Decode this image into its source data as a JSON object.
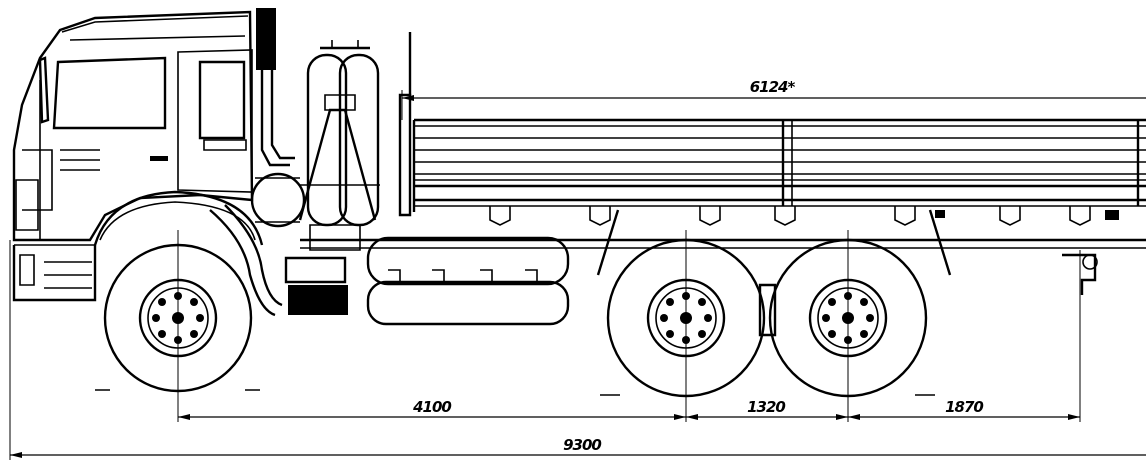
{
  "dimensions": {
    "body_length": "6124*",
    "wheelbase_front_rear": "4100",
    "rear_axle_spacing": "1320",
    "rear_overhang": "1870",
    "overall_length": "9300"
  }
}
